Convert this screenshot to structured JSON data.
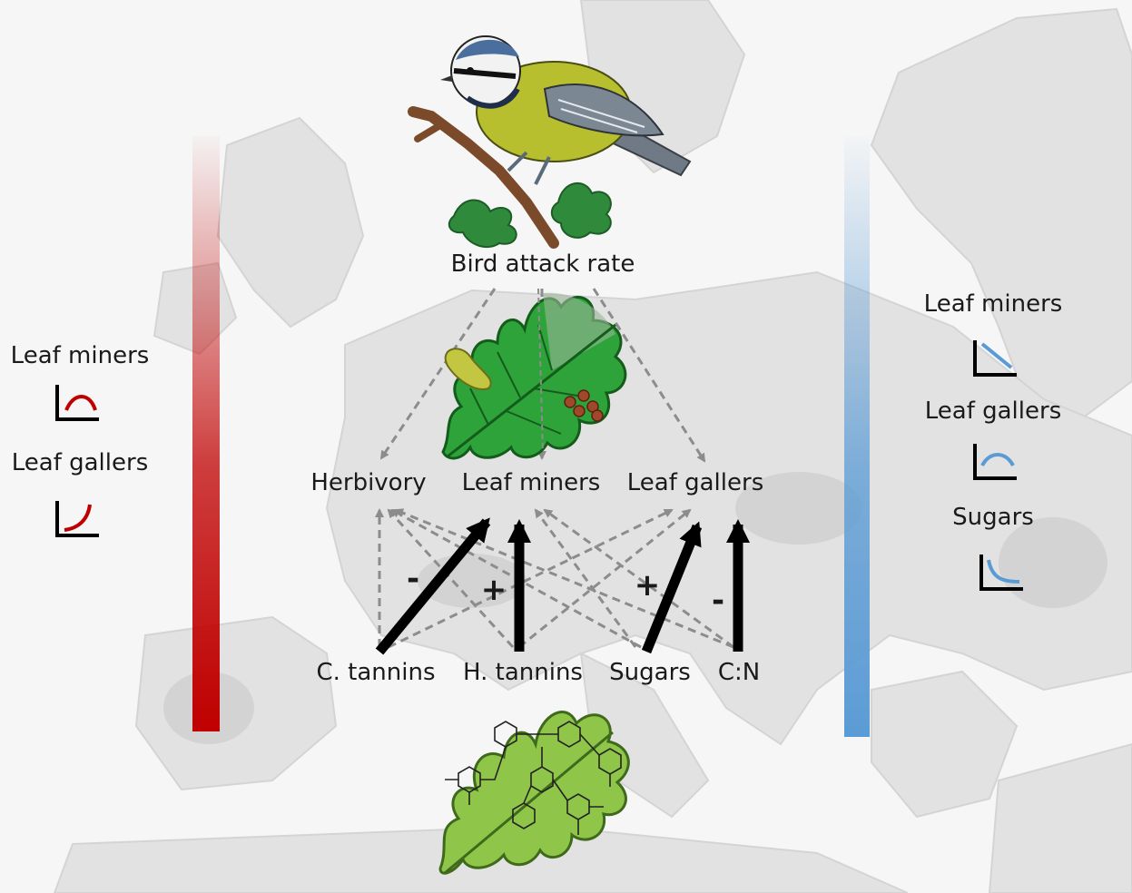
{
  "top_label": "Bird attack rate",
  "responses": {
    "herbivory": "Herbivory",
    "leaf_miners": "Leaf miners",
    "leaf_gallers": "Leaf gallers"
  },
  "predictors": {
    "c_tannins": "C. tannins",
    "h_tannins": "H. tannins",
    "sugars": "Sugars",
    "cn": "C:N"
  },
  "effect_signs": {
    "ct_to_miners": "-",
    "ht_to_miners": "+",
    "sugars_to_gallers": "+",
    "cn_to_gallers": "-"
  },
  "left_panel": {
    "bar_color": "#c00000",
    "item1": "Leaf miners",
    "item2": "Leaf gallers"
  },
  "right_panel": {
    "bar_color": "#5b9bd5",
    "item1": "Leaf miners",
    "item2": "Leaf gallers",
    "item3": "Sugars"
  },
  "icons": {
    "bird": "blue-tit-icon",
    "leaf_top": "oak-leaf-icon",
    "leaf_bottom": "oak-leaf-chemistry-icon"
  }
}
